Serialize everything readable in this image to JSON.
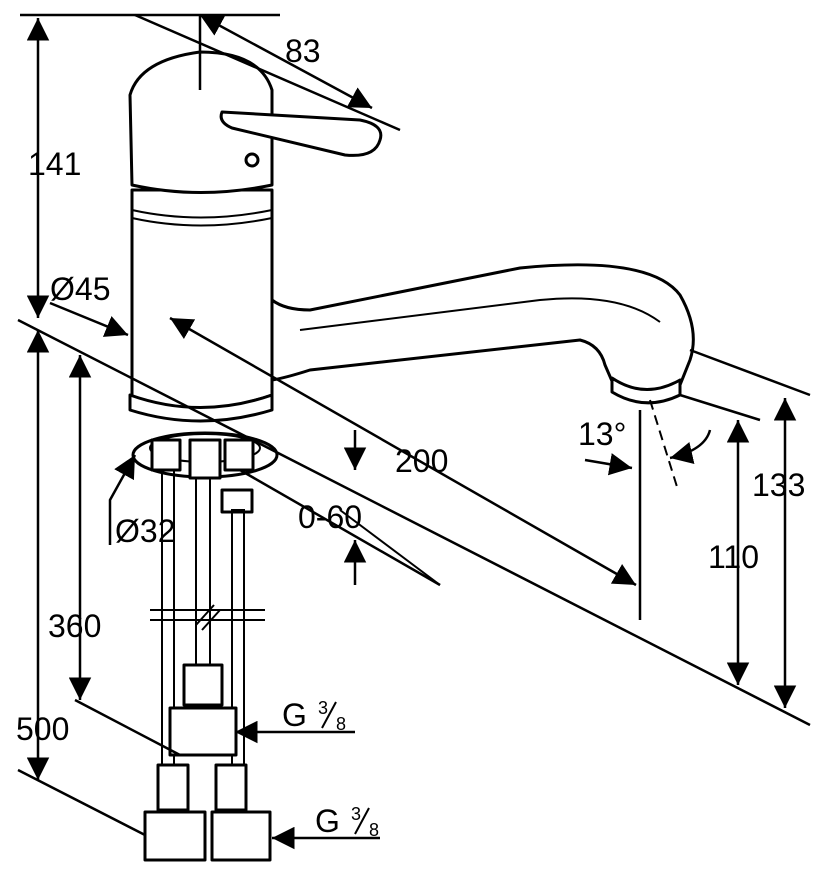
{
  "dimensions": {
    "handle_length": "83",
    "body_height": "141",
    "body_diameter": "Ø45",
    "spout_reach": "200",
    "spout_angle": "13°",
    "spout_height": "133",
    "outlet_height": "110",
    "thickness_range": "0-60",
    "mount_diameter": "Ø32",
    "hose_length": "360",
    "total_length": "500"
  },
  "threads": {
    "upper": {
      "prefix": "G",
      "num": "3",
      "den": "8"
    },
    "lower": {
      "prefix": "G",
      "num": "3",
      "den": "8"
    }
  }
}
